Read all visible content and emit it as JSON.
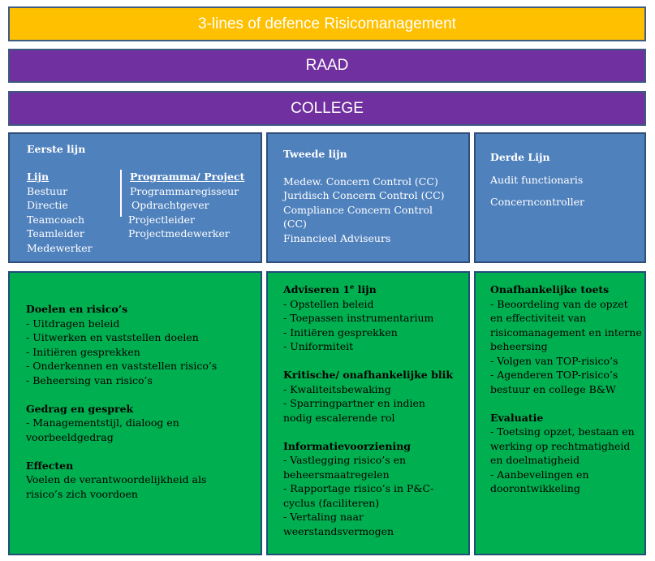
{
  "banners": {
    "title": "3-lines of defence Risicomanagement",
    "raad": "RAAD",
    "college": "COLLEGE"
  },
  "eerste_lijn": {
    "title": "Eerste lijn",
    "lijn_header": "Lijn",
    "lijn_items": [
      "Bestuur",
      "Directie",
      "Teamcoach",
      "Teamleider",
      "Medewerker"
    ],
    "programma_header": "Programma/ Project",
    "programma_items": [
      "Programmaregisseur",
      "Opdrachtgever",
      "Projectleider",
      "Projectmedewerker"
    ]
  },
  "tweede_lijn": {
    "title": "Tweede lijn",
    "items": [
      "Medew. Concern Control (CC)",
      "Juridisch Concern Control (CC)",
      "Compliance Concern Control (CC)",
      "Financieel Adviseurs"
    ]
  },
  "derde_lijn": {
    "title": "Derde Lijn",
    "items": [
      "Audit functionaris",
      "Concerncontroller"
    ]
  },
  "doelen_box": {
    "sec1_title": "Doelen en risico’s",
    "sec1_items": [
      "- Uitdragen beleid",
      "- Uitwerken en vaststellen doelen",
      "- Initiëren gesprekken",
      "- Onderkennen en vaststellen risico’s",
      "- Beheersing van risico’s"
    ],
    "sec2_title": "Gedrag en gesprek",
    "sec2_text": "- Managementstijl, dialoog en voorbeeldgedrag",
    "sec3_title": "Effecten",
    "sec3_text": "Voelen de verantwoordelijkheid als risico’s zich voordoen"
  },
  "adviseren_box": {
    "sec1_title_pre": "Adviseren 1",
    "sec1_title_sup": "e",
    "sec1_title_post": " lijn",
    "sec1_items": [
      "- Opstellen beleid",
      "- Toepassen instrumentarium",
      "- Initiëren gesprekken",
      "- Uniformiteit"
    ],
    "sec2_title": "Kritische/ onafhankelijke blik",
    "sec2_items": [
      "- Kwaliteitsbewaking",
      "- Sparringpartner en indien nodig escalerende rol"
    ],
    "sec3_title": "Informatievoorziening",
    "sec3_items": [
      "- Vastlegging risico’s en beheersmaatregelen",
      "- Rapportage risico’s in P&C-cyclus (faciliteren)",
      "- Vertaling naar weerstandsvermogen"
    ]
  },
  "onafh_box": {
    "sec1_title": "Onafhankelijke toets",
    "sec1_items": [
      "- Beoordeling van de opzet en effectiviteit van risicomanagement en interne beheersing",
      "- Volgen van TOP-risico’s",
      "- Agenderen TOP-risico’s bestuur en college B&W"
    ],
    "sec2_title": "Evaluatie",
    "sec2_items": [
      "- Toetsing opzet, bestaan en werking op rechtmatigheid en doelmatigheid",
      "- Aanbevelingen en doorontwikkeling"
    ]
  },
  "colors": {
    "title_bar": "#ffc000",
    "purple_bar": "#7030a0",
    "blue_box": "#4f81bd",
    "green_box": "#00b050"
  }
}
